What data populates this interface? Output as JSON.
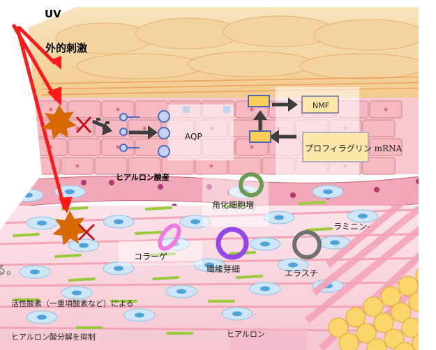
{
  "labels": {
    "uv": "UV",
    "external": "外的刺激",
    "aqp": "AQP",
    "nmf": "NMF",
    "profilaggrin": "プロフィラグリン mRNA",
    "hyaluronic_prod": "ヒアルロン酸産",
    "keratinocyte": "角化細胞増",
    "laminin": "ラミニン-",
    "collagen": "コラーゲ",
    "fibroblast": "繊維芽細",
    "elastin": "エラスチ",
    "ros": "活性酸素（一重項酸素など）による",
    "ha_inhibit": "ヒアルロン酸分解を抑制",
    "hyaluronic": "ヒアルロン",
    "fragment": "る。"
  },
  "colors": {
    "arrow_red": "#ff1a1a",
    "arrow_dark": "#3d3d3d",
    "burst": "#d66a00",
    "cross": "#c0171f",
    "aqp_blue": "#5a7ac7",
    "nmf_fill": "#fde7a8",
    "nmf_stroke": "#8c8ca8",
    "pro_fill": "#fde7a8",
    "yellow_box": "#ffcd55",
    "ring_green": "#6f9a54",
    "ring_pink": "#f07adf",
    "ring_purple": "#9646e6",
    "ring_grey": "#707070"
  }
}
